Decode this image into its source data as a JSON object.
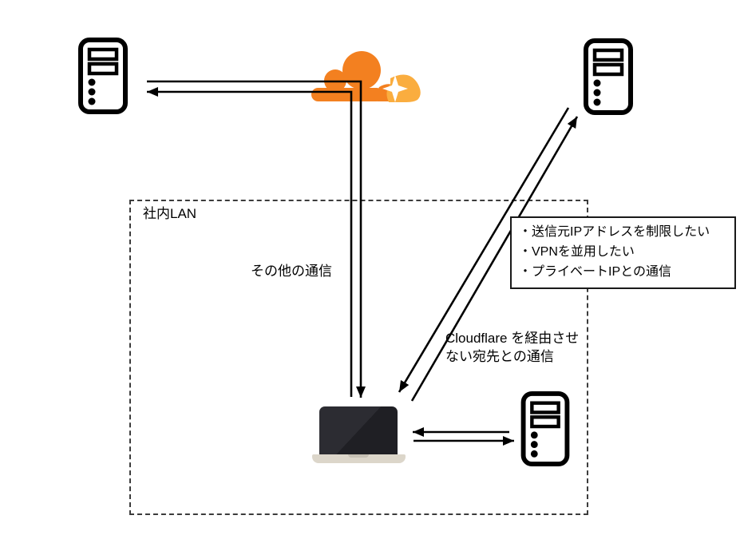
{
  "diagram": {
    "lan": {
      "label": "社内LAN"
    },
    "labels": {
      "other_traffic": "その他の通信",
      "bypass_traffic": "Cloudflare を経由させ\nない宛先との通信"
    },
    "note_box": {
      "items": [
        "・送信元IPアドレスを制限したい",
        "・VPNを並用したい",
        "・プライベートIPとの通信"
      ]
    },
    "colors": {
      "cloud_primary": "#F38020",
      "cloud_secondary": "#FAAD3F",
      "arrow": "#000000",
      "lan_border": "#3C3C3C",
      "laptop_base": "#DCD6CA",
      "laptop_screen": "#24242A"
    },
    "icons": {
      "cloud": "cloudflare-cloud",
      "server": "server-tower",
      "laptop": "laptop"
    }
  }
}
